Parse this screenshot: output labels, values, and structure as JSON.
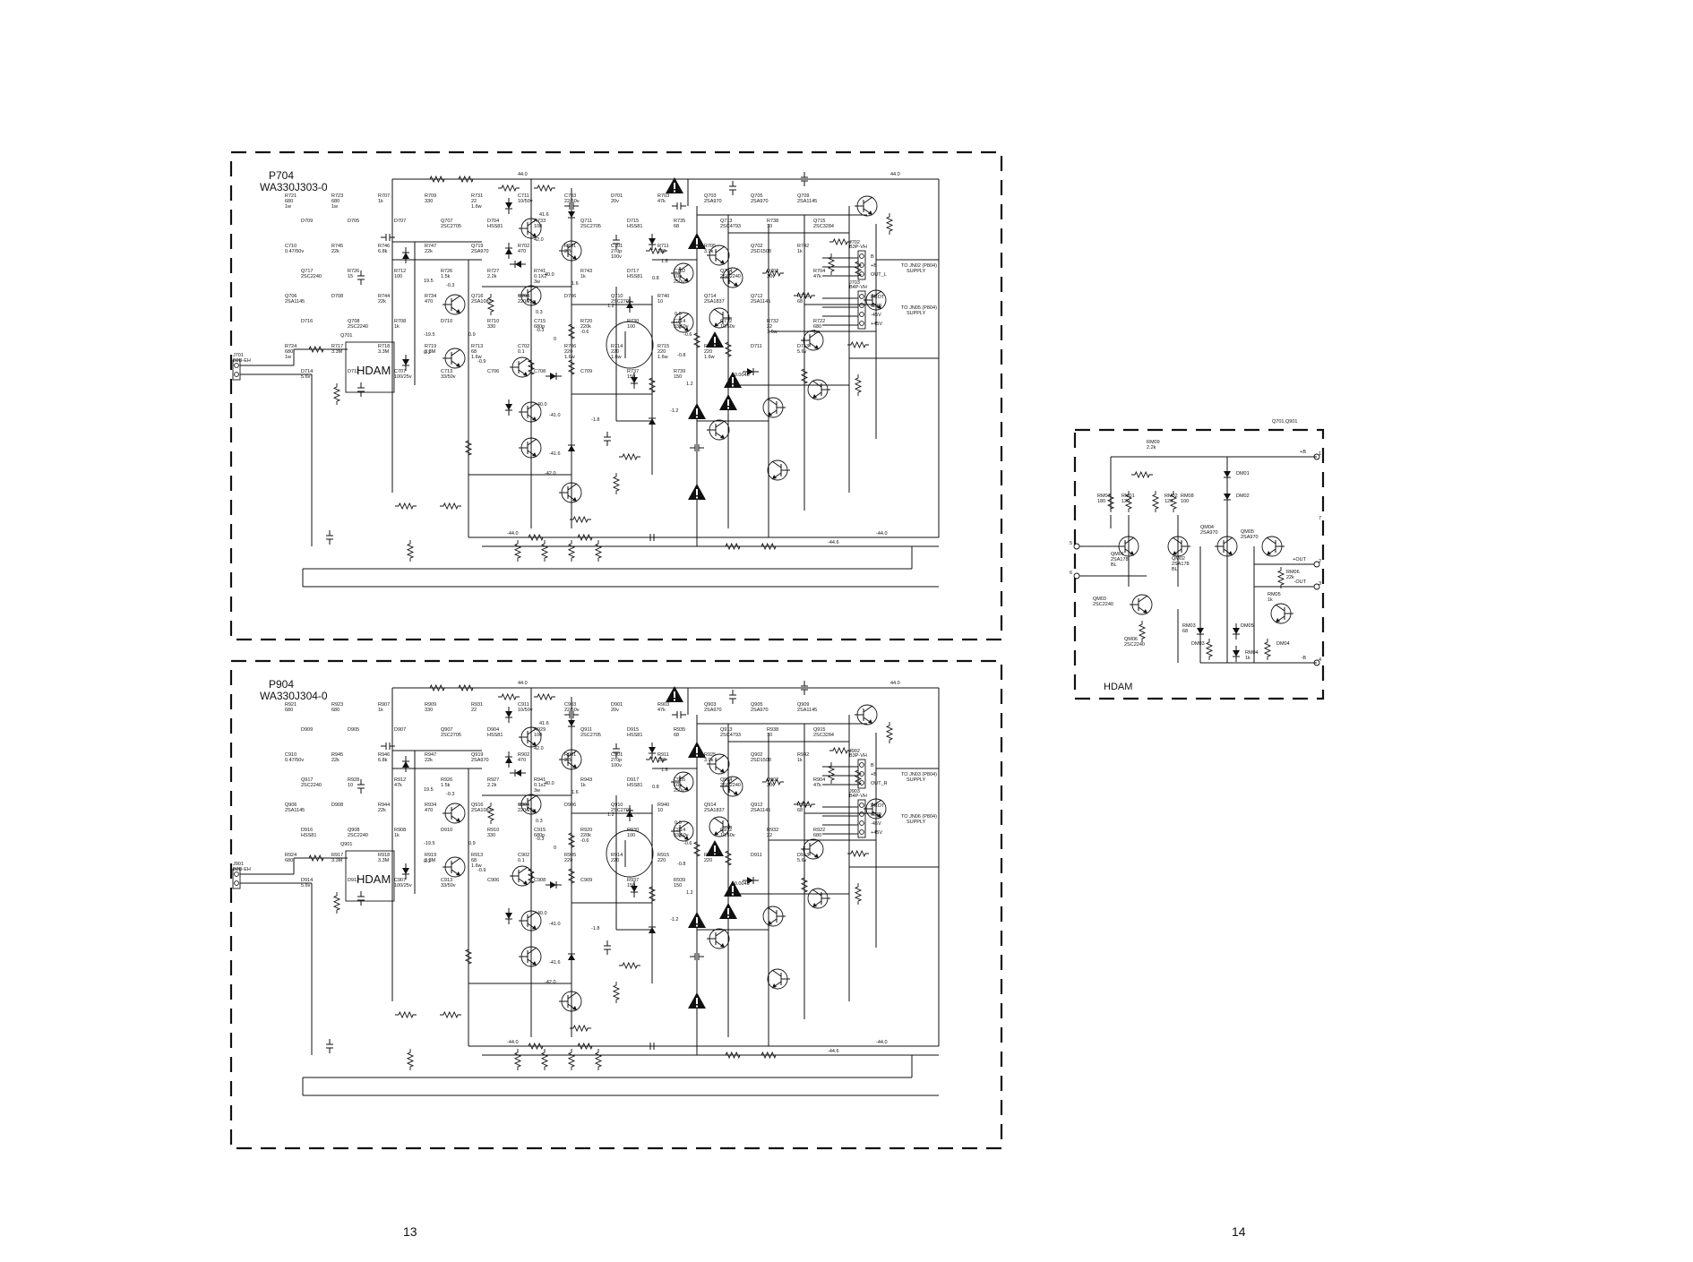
{
  "boards": [
    {
      "id": "p704",
      "ref": "P704",
      "part": "WA330J303-0",
      "input_connector": [
        "J701",
        "B2B-EH"
      ],
      "module_label": "HDAM",
      "module_ref": "Q701",
      "rail_pos": "44.0",
      "rail_neg": "-44.6",
      "rail_neg2": "-44.0",
      "connector_a": [
        "J702",
        "B3P-VH"
      ],
      "connector_b": [
        "J703",
        "B4P-VH"
      ],
      "pins_a": [
        "B",
        "+B",
        "OUT_L"
      ],
      "pins_b": [
        "PROT",
        "GND",
        "-45V",
        "+45V"
      ],
      "to_a": "TO JN02 (P804)",
      "to_b": "TO JN05 (P804)",
      "supply": "SUPPLY",
      "parts": [
        [
          "R721",
          "680",
          "1w"
        ],
        [
          "R723",
          "680",
          "1w"
        ],
        [
          "R707",
          "1k"
        ],
        [
          "R709",
          "330"
        ],
        [
          "R731",
          "22",
          "1.6w"
        ],
        [
          "C711",
          "10/50v"
        ],
        [
          "C703",
          "22/50v"
        ],
        [
          "D701",
          "20v"
        ],
        [
          "R703",
          "47k"
        ],
        [
          "Q703",
          "2SA970"
        ],
        [
          "Q705",
          "2SA970"
        ],
        [
          "Q709",
          "2SA1145"
        ],
        [
          "D709"
        ],
        [
          "D705"
        ],
        [
          "D707"
        ],
        [
          "Q707",
          "2SC2705"
        ],
        [
          "D704",
          "HSS81"
        ],
        [
          "R733",
          "100"
        ],
        [
          "Q711",
          "2SC2705"
        ],
        [
          "D715",
          "HSS81"
        ],
        [
          "R735",
          "68"
        ],
        [
          "Q713",
          "2SC4793"
        ],
        [
          "R738",
          "10"
        ],
        [
          "Q715",
          "2SC3284"
        ],
        [
          "C710",
          "0.47/50v"
        ],
        [
          "R745",
          "22k"
        ],
        [
          "R746",
          "6.8k"
        ],
        [
          "R747",
          "22k"
        ],
        [
          "Q719",
          "2SA970"
        ],
        [
          "R702",
          "470"
        ],
        [
          "R701",
          "22k"
        ],
        [
          "C701",
          "270p",
          "100v"
        ],
        [
          "R711",
          "100"
        ],
        [
          "R705",
          "3.9k"
        ],
        [
          "Q702",
          "2SD1508"
        ],
        [
          "R742",
          "1k"
        ],
        [
          "Q717",
          "2SC2240"
        ],
        [
          "R726",
          "15"
        ],
        [
          "R712",
          "100"
        ],
        [
          "R726",
          "1.5k"
        ],
        [
          "R727",
          "2.2k"
        ],
        [
          "R741",
          "0.1X2",
          "3w"
        ],
        [
          "R743",
          "1k"
        ],
        [
          "D717",
          "HSS81"
        ],
        [
          "C702",
          "10p",
          "250v"
        ],
        [
          "Q704",
          "2SC2240"
        ],
        [
          "D702",
          "30v"
        ],
        [
          "R704",
          "47k"
        ],
        [
          "Q706",
          "2SA1145"
        ],
        [
          "D708"
        ],
        [
          "R744",
          "22k"
        ],
        [
          "R734",
          "470"
        ],
        [
          "Q716",
          "2SA1083"
        ],
        [
          "C704",
          "220/25v"
        ],
        [
          "D706"
        ],
        [
          "Q710",
          "2SC2705"
        ],
        [
          "R740",
          "10"
        ],
        [
          "Q714",
          "2SA1837"
        ],
        [
          "Q712",
          "2SA1145"
        ],
        [
          "R736",
          "68"
        ],
        [
          "D716"
        ],
        [
          "Q708",
          "2SC2240"
        ],
        [
          "R708",
          "1k"
        ],
        [
          "D710"
        ],
        [
          "R710",
          "330"
        ],
        [
          "C715",
          "680p"
        ],
        [
          "R720",
          "220k"
        ],
        [
          "R730",
          "100"
        ],
        [
          "C714",
          "33/50v"
        ],
        [
          "C712",
          "10/50v"
        ],
        [
          "R732",
          "22",
          "1.6w"
        ],
        [
          "R722",
          "680",
          "1w"
        ],
        [
          "R724",
          "680",
          "1w"
        ],
        [
          "R717",
          "3.3M"
        ],
        [
          "R718",
          "3.3M"
        ],
        [
          "R719",
          "3.3M"
        ],
        [
          "R713",
          "68",
          "1.6w"
        ],
        [
          "C702",
          "0.1"
        ],
        [
          "R706",
          "220",
          "1.6w"
        ],
        [
          "R714",
          "220",
          "1.6w"
        ],
        [
          "R715",
          "220",
          "1.6w"
        ],
        [
          "R716",
          "220",
          "1.6w"
        ],
        [
          "D711"
        ],
        [
          "D713",
          "5.6v"
        ],
        [
          "D714",
          "5.6v"
        ],
        [
          "D712"
        ],
        [
          "C707",
          "100/25v"
        ],
        [
          "C713",
          "33/50v"
        ],
        [
          "C706"
        ],
        [
          "C708"
        ],
        [
          "C709"
        ],
        [
          "R737",
          "150"
        ],
        [
          "R739",
          "150"
        ]
      ],
      "node_v": [
        "19.5",
        "-19.5",
        "0.3",
        "-0.3",
        "0.9",
        "-0.9",
        "42.0",
        "41.6",
        "40.0",
        "1.6",
        "0.3",
        "-0.3",
        "0",
        "-40.0",
        "-41.0",
        "-41.6",
        "-42.0",
        "1.2",
        "-0.6",
        "-1.8",
        "1.8",
        "0.8",
        "0.6",
        "-0.6",
        "-0.0045",
        "-1.2",
        "1.2",
        "-0.8"
      ]
    },
    {
      "id": "p904",
      "ref": "P904",
      "part": "WA330J304-0",
      "input_connector": [
        "J901",
        "B2B-EH"
      ],
      "module_label": "HDAM",
      "module_ref": "Q901",
      "rail_pos": "44.0",
      "rail_neg": "-44.6",
      "rail_neg2": "-44.0",
      "connector_a": [
        "J902",
        "B3P-VH"
      ],
      "connector_b": [
        "J903",
        "B4P-VH"
      ],
      "pins_a": [
        "B",
        "+B",
        "OUT_R"
      ],
      "pins_b": [
        "PROT",
        "GND",
        "-45V",
        "+45V"
      ],
      "to_a": "TO JN03 (P804)",
      "to_b": "TO JN06 (P804)",
      "supply": "SUPPLY",
      "parts": [
        [
          "R921",
          "680"
        ],
        [
          "R923",
          "680"
        ],
        [
          "R907",
          "1k"
        ],
        [
          "R909",
          "330"
        ],
        [
          "R931",
          "22"
        ],
        [
          "C911",
          "10/50v"
        ],
        [
          "C903",
          "22/50v"
        ],
        [
          "D901",
          "20v"
        ],
        [
          "R903",
          "47k"
        ],
        [
          "Q903",
          "2SA970"
        ],
        [
          "Q905",
          "2SA970"
        ],
        [
          "Q909",
          "2SA1145"
        ],
        [
          "D909"
        ],
        [
          "D905"
        ],
        [
          "D907"
        ],
        [
          "Q907",
          "2SC2705"
        ],
        [
          "D904",
          "HSS81"
        ],
        [
          "R929",
          "100"
        ],
        [
          "Q911",
          "2SC2705"
        ],
        [
          "D915",
          "HSS81"
        ],
        [
          "R935",
          "68"
        ],
        [
          "Q913",
          "2SC4793"
        ],
        [
          "R938",
          "10"
        ],
        [
          "Q915",
          "2SC3284"
        ],
        [
          "C910",
          "0.47/50v"
        ],
        [
          "R945",
          "22k"
        ],
        [
          "R946",
          "6.8k"
        ],
        [
          "R947",
          "22k"
        ],
        [
          "Q919",
          "2SA970"
        ],
        [
          "R902",
          "470"
        ],
        [
          "R901",
          "22k"
        ],
        [
          "C901",
          "270p",
          "100v"
        ],
        [
          "R911",
          "100"
        ],
        [
          "R925",
          "3.9k"
        ],
        [
          "Q902",
          "2SD1508"
        ],
        [
          "R942",
          "1k"
        ],
        [
          "Q917",
          "2SC2240"
        ],
        [
          "R928",
          "10"
        ],
        [
          "R912",
          "47k"
        ],
        [
          "R926",
          "1.5k"
        ],
        [
          "R927",
          "2.2k"
        ],
        [
          "R941",
          "0.1x2",
          "3w"
        ],
        [
          "R943",
          "1k"
        ],
        [
          "D917",
          "HSS81"
        ],
        [
          "C905",
          "10p",
          "250v"
        ],
        [
          "Q904",
          "2SC2240"
        ],
        [
          "D902",
          "30v"
        ],
        [
          "R904",
          "47k"
        ],
        [
          "Q906",
          "2SA1145"
        ],
        [
          "D908"
        ],
        [
          "R944",
          "22k"
        ],
        [
          "R934",
          "470"
        ],
        [
          "Q916",
          "2SA1083"
        ],
        [
          "C904",
          "220/25v"
        ],
        [
          "D906"
        ],
        [
          "Q910",
          "2SC2705"
        ],
        [
          "R940",
          "10"
        ],
        [
          "Q914",
          "2SA1837"
        ],
        [
          "Q912",
          "2SA1145"
        ],
        [
          "R936",
          "68"
        ],
        [
          "D916",
          "HSS81"
        ],
        [
          "Q908",
          "2SC2240"
        ],
        [
          "R908",
          "1k"
        ],
        [
          "D910"
        ],
        [
          "R910",
          "330"
        ],
        [
          "C915",
          "680p"
        ],
        [
          "R920",
          "220k"
        ],
        [
          "R930",
          "100"
        ],
        [
          "C914",
          "33/50v"
        ],
        [
          "C912",
          "10/50v"
        ],
        [
          "R932",
          "22"
        ],
        [
          "R922",
          "680"
        ],
        [
          "R924",
          "680"
        ],
        [
          "R917",
          "3.3M"
        ],
        [
          "R918",
          "3.3M"
        ],
        [
          "R919",
          "3.3M"
        ],
        [
          "R913",
          "68",
          "1.6w"
        ],
        [
          "C902",
          "0.1"
        ],
        [
          "R905",
          "220"
        ],
        [
          "R914",
          "220"
        ],
        [
          "R915",
          "220"
        ],
        [
          "R916",
          "220"
        ],
        [
          "D911"
        ],
        [
          "D913",
          "5.6v"
        ],
        [
          "D914",
          "5.6v"
        ],
        [
          "D912"
        ],
        [
          "C907",
          "100/25v"
        ],
        [
          "C913",
          "33/50v"
        ],
        [
          "C906"
        ],
        [
          "C908"
        ],
        [
          "C909"
        ],
        [
          "R937",
          "150"
        ],
        [
          "R939",
          "150"
        ]
      ],
      "node_v": [
        "19.5",
        "-19.5",
        "0.3",
        "-0.3",
        "0.9",
        "-0.9",
        "42.0",
        "41.6",
        "40.0",
        "1.6",
        "0.3",
        "-0.3",
        "0",
        "-40.0",
        "-41.0",
        "-41.6",
        "-42.0",
        "1.2",
        "-0.6",
        "-1.8",
        "1.8",
        "0.8",
        "0.6",
        "-0.6",
        "-0.0045",
        "-1.2",
        "1.2",
        "-0.8"
      ]
    }
  ],
  "hdam_detail": {
    "title": "Q701,Q901",
    "label": "HDAM",
    "pins": [
      "+B",
      "+OUT",
      "-OUT",
      "-B"
    ],
    "pin_nums": [
      "1",
      "2",
      "3",
      "4",
      "5",
      "6",
      "7"
    ],
    "parts": [
      [
        "RM09",
        "2.2k"
      ],
      [
        "RM07",
        "180"
      ],
      [
        "RM01",
        "120"
      ],
      [
        "RM02",
        "120"
      ],
      [
        "RM08",
        "100"
      ],
      [
        "DM01"
      ],
      [
        "DM02"
      ],
      [
        "QM01",
        "2SA178",
        "BL"
      ],
      [
        "QM02",
        "2SA178",
        "BL"
      ],
      [
        "QM04",
        "2SA970"
      ],
      [
        "QM05",
        "2SA970"
      ],
      [
        "RM06",
        "22k"
      ],
      [
        "QM03",
        "2SC2240"
      ],
      [
        "QM06",
        "2SC2240"
      ],
      [
        "RM03",
        "68"
      ],
      [
        "DM05"
      ],
      [
        "DM03"
      ],
      [
        "RM04",
        "1k"
      ],
      [
        "DM04"
      ],
      [
        "RM05",
        "1k"
      ]
    ]
  },
  "page_numbers": [
    "13",
    "14"
  ]
}
